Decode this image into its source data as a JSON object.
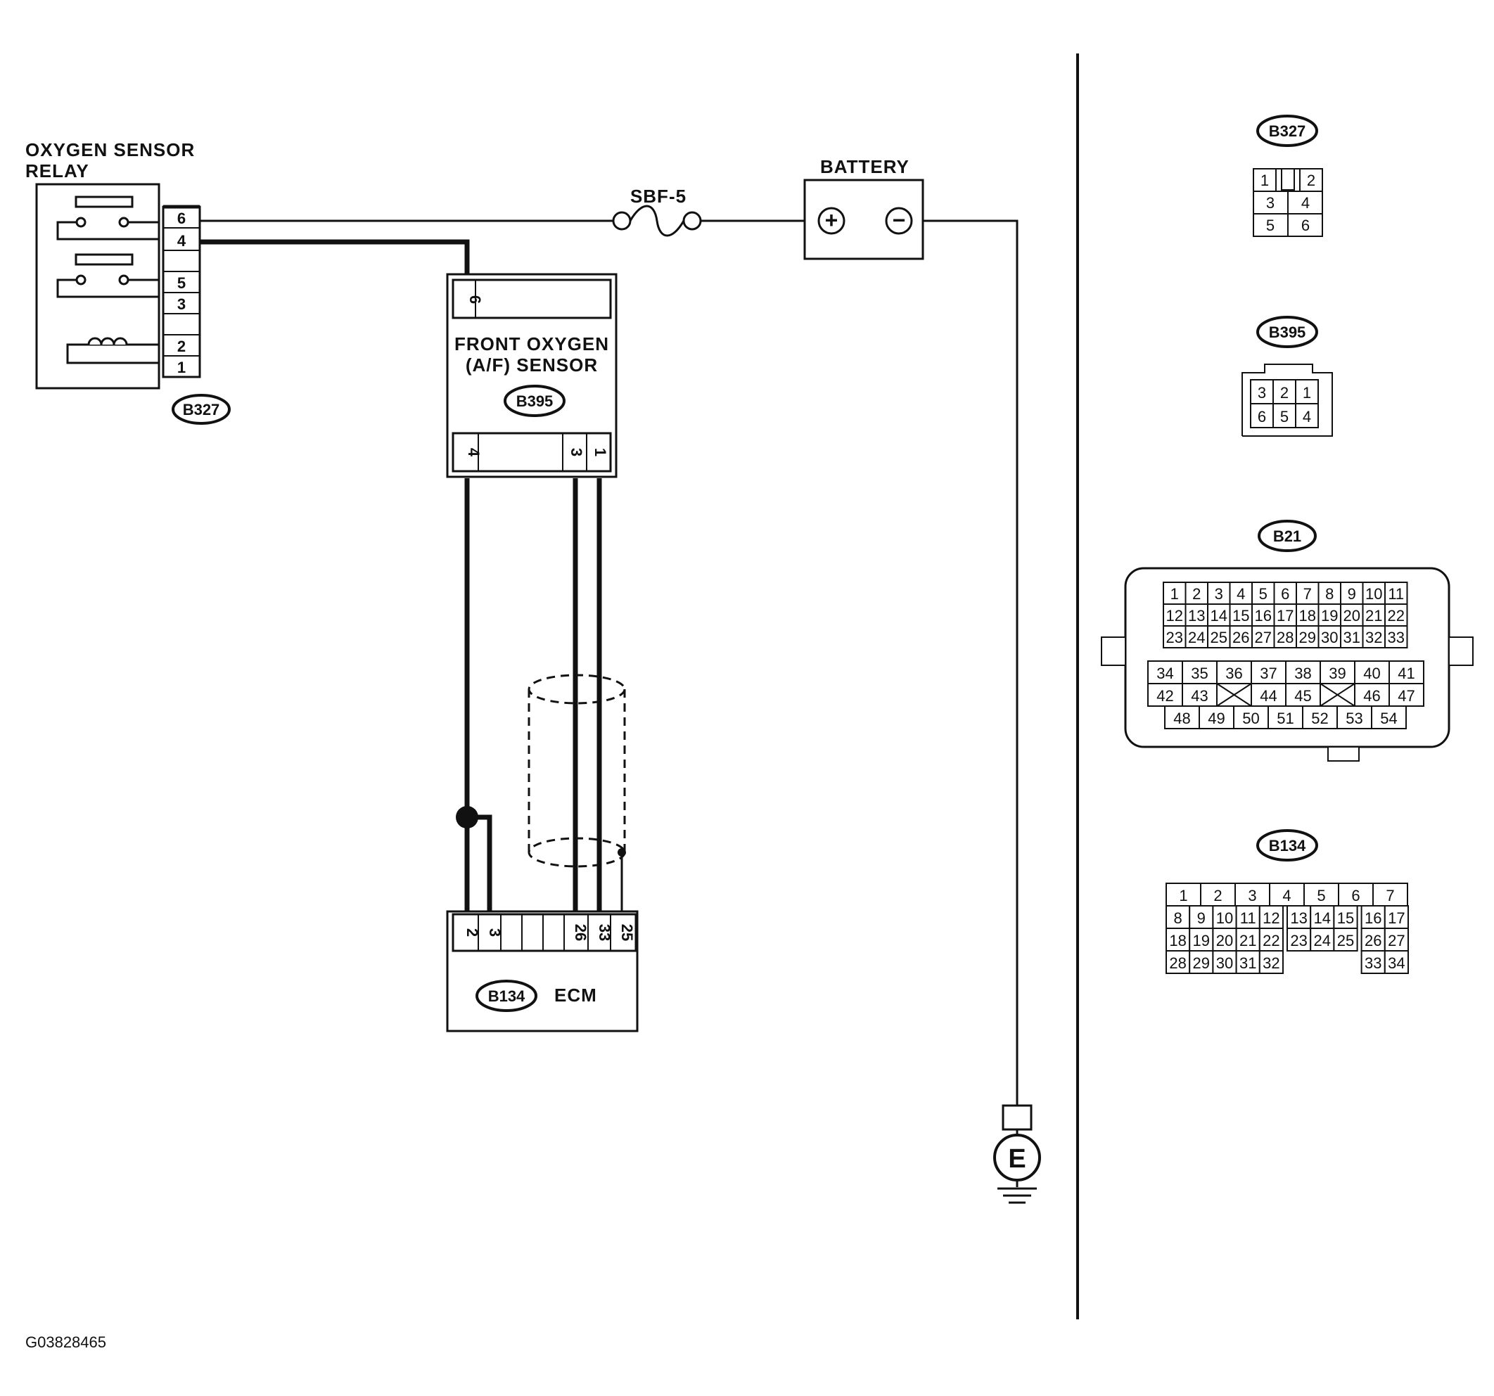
{
  "relay": {
    "title_line1": "OXYGEN SENSOR",
    "title_line2": "RELAY",
    "connector_id": "B327",
    "pins": [
      "6",
      "4",
      "5",
      "3",
      "2",
      "1"
    ]
  },
  "fuse": {
    "label": "SBF-5"
  },
  "battery": {
    "label": "BATTERY",
    "positive_symbol": "+",
    "negative_symbol": "−"
  },
  "sensor": {
    "title_line1": "FRONT OXYGEN",
    "title_line2": "(A/F) SENSOR",
    "connector_id": "B395",
    "pins_top": [
      "6"
    ],
    "pins_bottom": [
      "4",
      "3",
      "1"
    ]
  },
  "ecm": {
    "label": "ECM",
    "connector_id": "B134",
    "pins": [
      "2",
      "3",
      "26",
      "33",
      "25"
    ]
  },
  "ground": {
    "label": "E"
  },
  "connector_views": {
    "b327": {
      "id": "B327",
      "rows": [
        [
          "1",
          "2"
        ],
        [
          "3",
          "4"
        ],
        [
          "5",
          "6"
        ]
      ]
    },
    "b395": {
      "id": "B395",
      "rows": [
        [
          "3",
          "2",
          "1"
        ],
        [
          "6",
          "5",
          "4"
        ]
      ]
    },
    "b21": {
      "id": "B21",
      "upper_rows": [
        [
          "1",
          "2",
          "3",
          "4",
          "5",
          "6",
          "7",
          "8",
          "9",
          "10",
          "11"
        ],
        [
          "12",
          "13",
          "14",
          "15",
          "16",
          "17",
          "18",
          "19",
          "20",
          "21",
          "22"
        ],
        [
          "23",
          "24",
          "25",
          "26",
          "27",
          "28",
          "29",
          "30",
          "31",
          "32",
          "33"
        ]
      ],
      "lower_rows": [
        [
          "34",
          "35",
          "36",
          "37",
          "38",
          "39",
          "40",
          "41"
        ],
        [
          "42",
          "43",
          "",
          "44",
          "45",
          "",
          "46",
          "47"
        ],
        [
          "48",
          "49",
          "50",
          "51",
          "52",
          "53",
          "54"
        ]
      ]
    },
    "b134": {
      "id": "B134",
      "rows": [
        [
          "1",
          "2",
          "3",
          "4",
          "5",
          "6",
          "7"
        ],
        [
          "8",
          "9",
          "10",
          "11",
          "12",
          "13",
          "14",
          "15",
          "16",
          "17"
        ],
        [
          "18",
          "19",
          "20",
          "21",
          "22",
          "23",
          "24",
          "25",
          "26",
          "27"
        ],
        [
          "28",
          "29",
          "30",
          "31",
          "32",
          "",
          "",
          "",
          "33",
          "34"
        ]
      ]
    }
  },
  "footer": {
    "code": "G03828465"
  }
}
